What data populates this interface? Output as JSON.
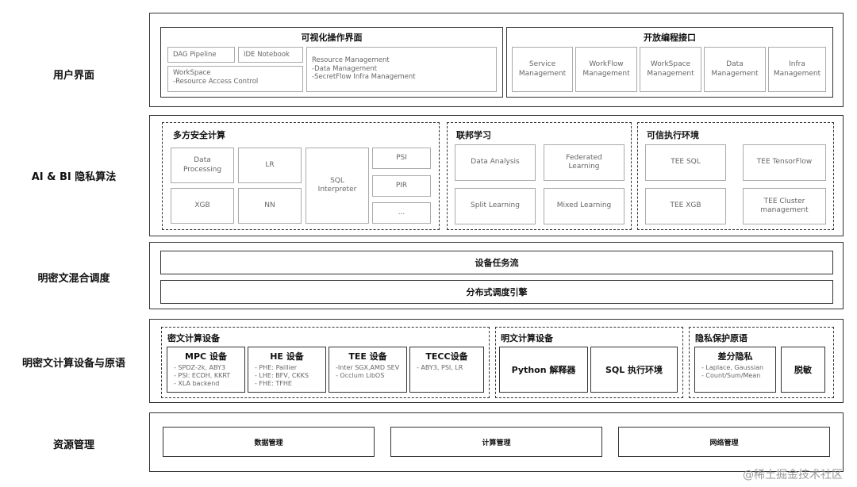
{
  "layers": {
    "ui": {
      "label": "用户界面",
      "visual": {
        "title": "可视化操作界面",
        "dag": "DAG Pipeline",
        "ide": "IDE Notebook",
        "workspace_l1": "WorkSpace",
        "workspace_l2": "-Resource Access Control",
        "resource_l1": "Resource Management",
        "resource_l2": "-Data Management",
        "resource_l3": "-SecretFlow Infra Management"
      },
      "open": {
        "title": "开放编程接口",
        "items": [
          {
            "l1": "Service",
            "l2": "Management"
          },
          {
            "l1": "WorkFlow",
            "l2": "Management"
          },
          {
            "l1": "WorkSpace",
            "l2": "Management"
          },
          {
            "l1": "Data",
            "l2": "Management"
          },
          {
            "l1": "Infra",
            "l2": "Management"
          }
        ]
      }
    },
    "algo": {
      "label": "AI & BI 隐私算法",
      "mpc": {
        "title": "多方安全计算",
        "data_processing_l1": "Data",
        "data_processing_l2": "Processing",
        "lr": "LR",
        "xgb": "XGB",
        "nn": "NN",
        "sql_l1": "SQL",
        "sql_l2": "Interpreter",
        "psi": "PSI",
        "pir": "PIR",
        "more": "..."
      },
      "fl": {
        "title": "联邦学习",
        "data_analysis": "Data Analysis",
        "federated_l1": "Federated",
        "federated_l2": "Learning",
        "split": "Split Learning",
        "mixed": "Mixed Learning"
      },
      "tee": {
        "title": "可信执行环境",
        "sql": "TEE  SQL",
        "tensorflow": "TEE  TensorFlow",
        "xgb": "TEE  XGB",
        "cluster_l1": "TEE  Cluster",
        "cluster_l2": "management"
      }
    },
    "sched": {
      "label": "明密文混合调度",
      "flow": "设备任务流",
      "engine": "分布式调度引擎"
    },
    "devices": {
      "label": "明密文计算设备与原语",
      "cipher": {
        "title": "密文计算设备",
        "mpc": {
          "title": "MPC 设备",
          "lines": [
            "- SPDZ-2k, ABY3",
            "- PSI: ECDH, KKRT",
            "- XLA backend"
          ]
        },
        "he": {
          "title": "HE 设备",
          "lines": [
            "- PHE: Paillier",
            "- LHE: BFV, CKKS",
            "- FHE: TFHE"
          ]
        },
        "tee": {
          "title": "TEE 设备",
          "lines": [
            "-Inter SGX,AMD SEV",
            "- Occlum LibOS"
          ]
        },
        "tecc": {
          "title": "TECC设备",
          "lines": [
            "- ABY3, PSI, LR"
          ]
        }
      },
      "plain": {
        "title": "明文计算设备",
        "python": "Python 解释器",
        "sql": "SQL 执行环境"
      },
      "privacy": {
        "title": "隐私保护原语",
        "dp_title": "差分隐私",
        "dp_lines": [
          "- Laplace, Gaussian",
          "- Count/Sum/Mean"
        ],
        "desens": "脱敏"
      }
    },
    "resource": {
      "label": "资源管理",
      "data": "数据管理",
      "compute": "计算管理",
      "network": "网络管理"
    }
  },
  "watermark": "@稀土掘金技术社区"
}
